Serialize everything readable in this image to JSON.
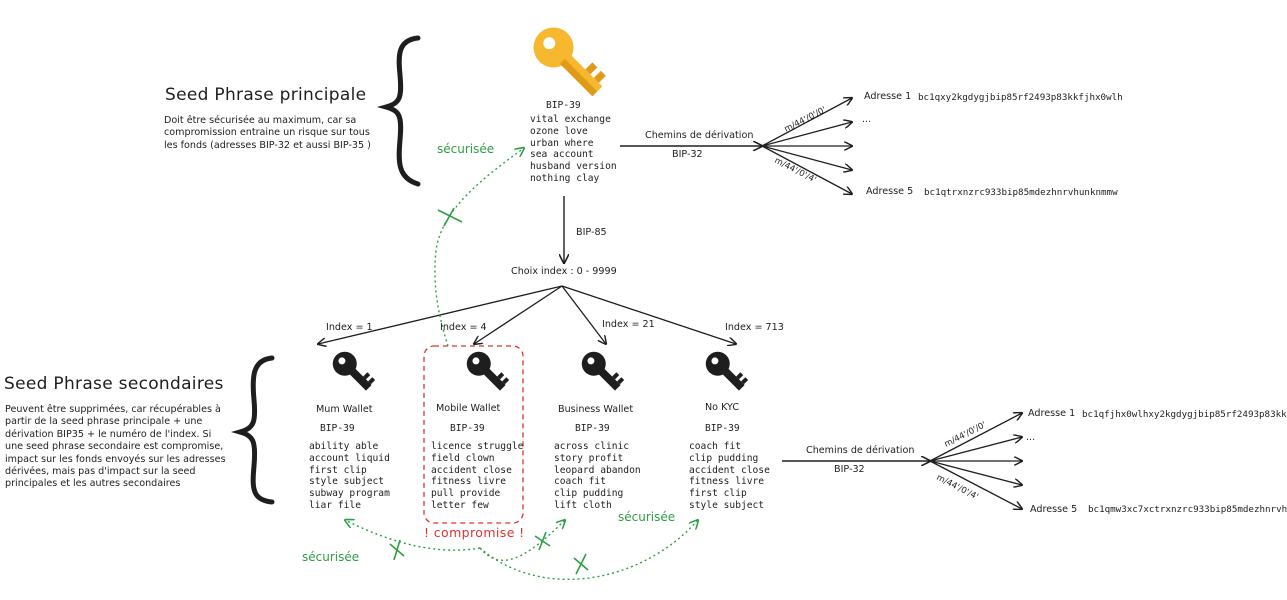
{
  "main": {
    "title": "Seed Phrase principale",
    "description": "Doit être sécurisée au maximum, car sa compromission entraine un risque sur tous les fonds (adresses BIP-32 et aussi BIP-35 )",
    "standard": "BIP-39",
    "words": [
      "vital exchange",
      "ozone love",
      "urban where",
      "sea account",
      "husband version",
      "nothing clay"
    ],
    "secured_label": "sécurisée",
    "derivation_label": "Chemins de dérivation",
    "derivation_standard": "BIP-32",
    "path_first": "m/44'/0'/0'",
    "path_last": "m/44'/0'/4'",
    "ellipsis": "...",
    "address_first_label": "Adresse 1",
    "address_first": "bc1qxy2kgdygjbip85rf2493p83kkfjhx0wlh",
    "address_last_label": "Adresse 5",
    "address_last": "bc1qtrxnzrc933bip85mdezhnrvhunknmmw"
  },
  "bip85": {
    "label": "BIP-85",
    "index_choice": "Choix index : 0 - 9999"
  },
  "secondary": {
    "title": "Seed Phrase secondaires",
    "description": "Peuvent être supprimées, car récupérables à partir de la seed phrase principale + une dérivation BIP35 + le numéro de l'index. Si une seed phrase secondaire est compromise, impact sur les fonds envoyés sur les adresses dérivées, mais pas d'impact sur la seed principales et les autres secondaires",
    "secured_label_left": "sécurisée",
    "secured_label_right": "sécurisée",
    "compromised_label": "! compromise !",
    "wallets": [
      {
        "index": "Index = 1",
        "name": "Mum Wallet",
        "standard": "BIP-39",
        "words": [
          "ability able",
          "account liquid",
          "first clip",
          "style subject",
          "subway program",
          "liar file"
        ]
      },
      {
        "index": "Index = 4",
        "name": "Mobile Wallet",
        "standard": "BIP-39",
        "words": [
          "licence struggle",
          "field clown",
          "accident close",
          "fitness livre",
          "pull provide",
          "letter few"
        ]
      },
      {
        "index": "Index = 21",
        "name": "Business Wallet",
        "standard": "BIP-39",
        "words": [
          "across clinic",
          "story profit",
          "leopard abandon",
          "coach fit",
          "clip pudding",
          "lift cloth"
        ]
      },
      {
        "index": "Index = 713",
        "name": "No KYC",
        "standard": "BIP-39",
        "words": [
          "coach fit",
          "clip pudding",
          "accident close",
          "fitness livre",
          "first clip",
          "style subject"
        ]
      }
    ],
    "derivation_label": "Chemins de dérivation",
    "derivation_standard": "BIP-32",
    "path_first": "m/44'/0'/0'",
    "path_last": "m/44'/0'/4'",
    "ellipsis": "...",
    "address_first_label": "Adresse 1",
    "address_first": "bc1qfjhx0wlhxy2kgdygjbip85rf2493p83kk",
    "address_last_label": "Adresse 5",
    "address_last": "bc1qmw3xc7xctrxnzrc933bip85mdezhnrvh"
  },
  "colors": {
    "ink": "#1e1e1e",
    "key_gold": "#f5b82e",
    "key_gold_dark": "#e09a1a",
    "secured_green": "#2f9e44",
    "compromised_red": "#e03131"
  }
}
